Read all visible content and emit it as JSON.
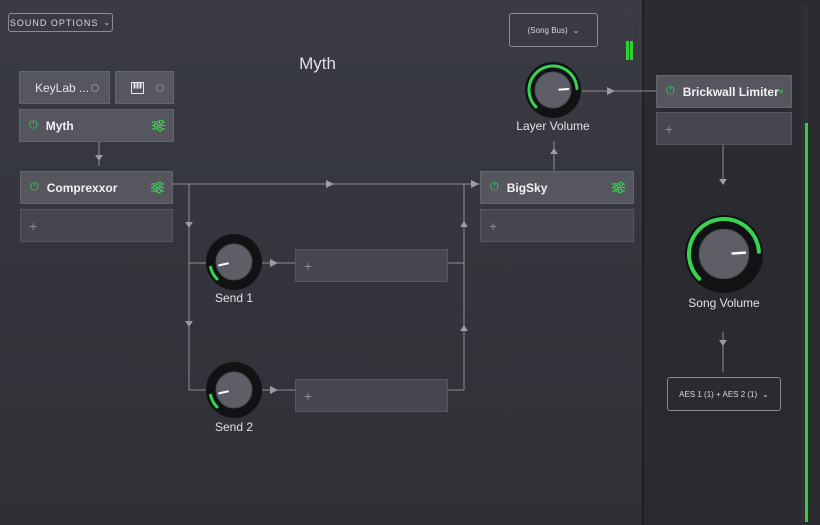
{
  "toolbar": {
    "sound_options_label": "SOUND OPTIONS"
  },
  "bus_selector": {
    "value": "(Song Bus)"
  },
  "preset": {
    "title": "Myth"
  },
  "chain": {
    "midi_source_label": "KeyLab ...",
    "instrument": "Myth",
    "effect1": "Comprexxor",
    "effect2": "BigSky",
    "limiter": "Brickwall Limiter"
  },
  "empty_slot_symbol": "+",
  "knobs": {
    "layer_volume": {
      "label": "Layer Volume",
      "level": 0.82
    },
    "send1": {
      "label": "Send 1",
      "level": 0.12
    },
    "send2": {
      "label": "Send 2",
      "level": 0.12
    },
    "song_volume": {
      "label": "Song Volume",
      "level": 0.82
    }
  },
  "output_selector": {
    "value": "AES 1 (1) + AES 2 (1)"
  },
  "meters": {
    "layer_left": 0.35,
    "layer_right": 0.35,
    "song_left": 0.0,
    "song_right": 0.77
  },
  "colors": {
    "accent_green": "#39d353",
    "meter_green": "#2fd32f"
  },
  "icons": {
    "power": "power-icon",
    "settings": "sliders-icon",
    "piano": "piano-keys-icon",
    "chevron": "chevron-down-icon"
  }
}
